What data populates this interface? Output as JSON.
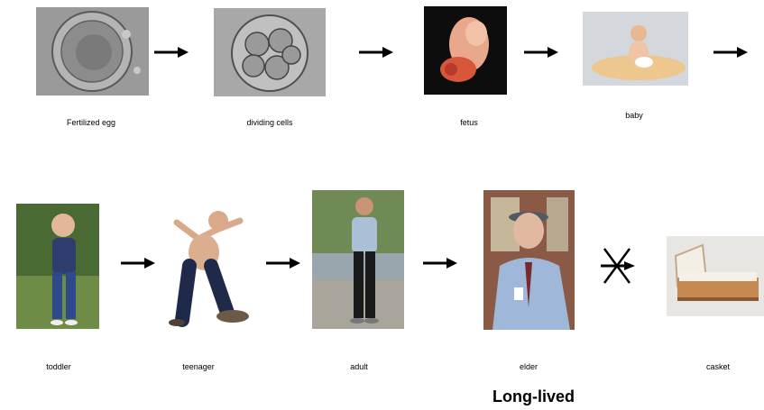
{
  "stages": [
    {
      "label": "Fertilized egg"
    },
    {
      "label": "dividing cells"
    },
    {
      "label": "fetus"
    },
    {
      "label": "baby"
    },
    {
      "label": "toddler"
    },
    {
      "label": "teenager"
    },
    {
      "label": "adult"
    },
    {
      "label": "elder"
    },
    {
      "label": "casket"
    }
  ],
  "arrows": {
    "normal": "right-arrow-icon",
    "blocked": "crossed-arrow-icon"
  },
  "caption": "Long-lived",
  "colors": {
    "background": "#ffffff",
    "arrow": "#000000"
  }
}
